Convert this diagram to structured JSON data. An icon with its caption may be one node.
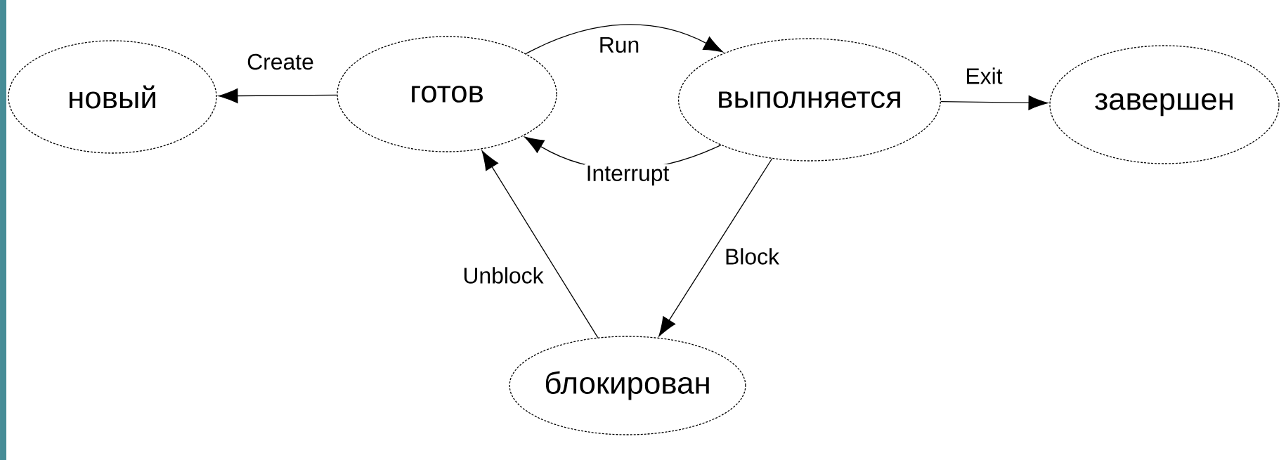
{
  "diagram": {
    "nodes": [
      {
        "text": [
          "новый"
        ]
      },
      {
        "text": [
          "готов"
        ]
      },
      {
        "text": [
          "выполняется"
        ]
      },
      {
        "text": [
          "завершен"
        ]
      },
      {
        "text": [
          "блокирован"
        ]
      }
    ],
    "edges": [
      {
        "from": 1,
        "to": 0,
        "arrow": "to",
        "label": "Create"
      },
      {
        "from": 1,
        "to": 2,
        "arrow": "to",
        "label": "Run"
      },
      {
        "from": 2,
        "to": 1,
        "arrow": "to",
        "label": "Interrupt"
      },
      {
        "from": 2,
        "to": 3,
        "arrow": "to",
        "label": "Exit"
      },
      {
        "from": 2,
        "to": 4,
        "arrow": "to",
        "label": "Block"
      },
      {
        "from": 4,
        "to": 1,
        "arrow": "to",
        "label": "Unblock"
      }
    ]
  }
}
